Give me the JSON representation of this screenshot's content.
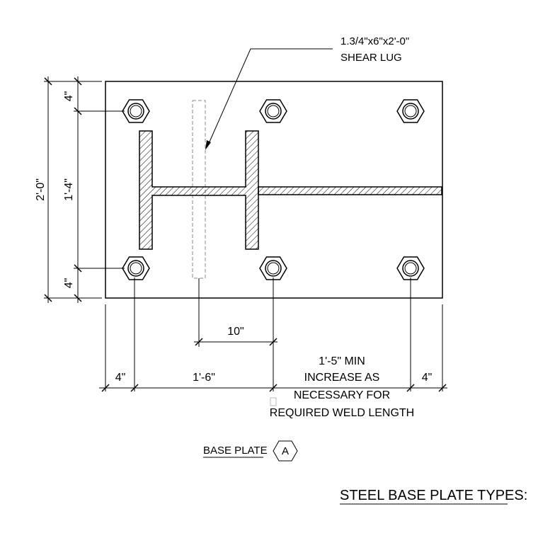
{
  "shear_lug": {
    "label_line1": "1.3/4\"x6\"x2'-0\"",
    "label_line2": "SHEAR LUG"
  },
  "dimensions": {
    "overall_height": "2'-0\"",
    "inner_height": "1'-4\"",
    "top_edge": "4\"",
    "bottom_edge": "4\"",
    "lug_offset": "10\"",
    "left_edge": "4\"",
    "bolt_spacing": "1'-6\"",
    "right_edge": "4\"",
    "weld_note_line1": "1'-5\" MIN",
    "weld_note_line2": "INCREASE AS",
    "weld_note_line3": "NECESSARY FOR",
    "weld_note_line4": "REQUIRED WELD LENGTH"
  },
  "callout": {
    "label": "BASE PLATE",
    "tag": "A"
  },
  "title": "STEEL BASE PLATE TYPES:"
}
